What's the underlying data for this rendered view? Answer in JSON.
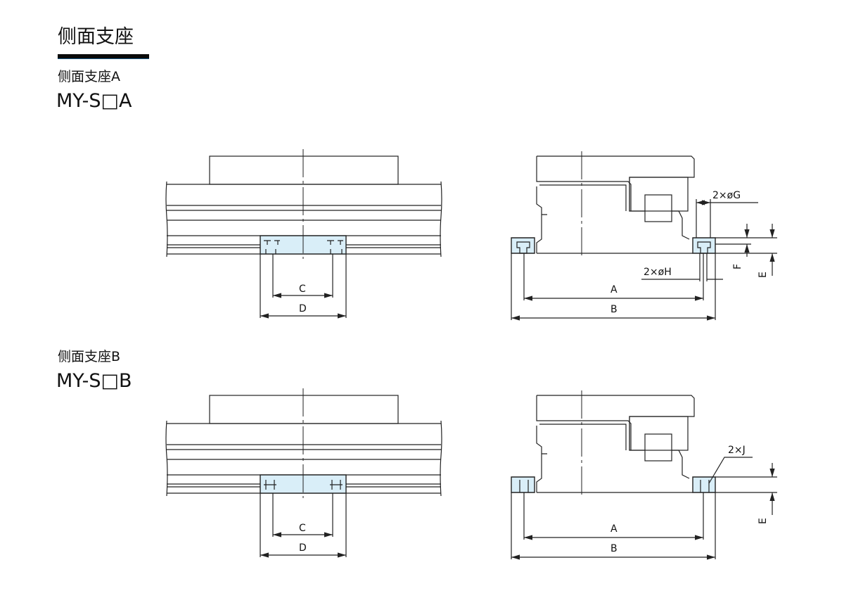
{
  "title": "侧面支座",
  "sections": [
    {
      "label": "侧面支座A",
      "model": "MY-S□A",
      "dims": {
        "c": "C",
        "d": "D",
        "a": "A",
        "b": "B",
        "g": "2×øG",
        "h": "2×øH",
        "f": "F",
        "e": "E"
      }
    },
    {
      "label": "侧面支座B",
      "model": "MY-S□B",
      "dims": {
        "c": "C",
        "d": "D",
        "a": "A",
        "b": "B",
        "j": "2×J",
        "e": "E"
      }
    }
  ],
  "colors": {
    "highlight_fill": "#d9eef8",
    "line": "#222222",
    "rule_accent": "#1b5c8a"
  }
}
